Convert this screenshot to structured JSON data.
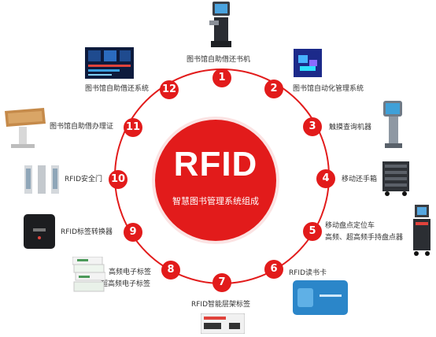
{
  "center": {
    "title": "RFID",
    "subtitle": "智慧图书管理系统组成"
  },
  "items": [
    {
      "num": "1",
      "label": "图书馆自助借还书机"
    },
    {
      "num": "2",
      "label": "图书馆自动化管理系统"
    },
    {
      "num": "3",
      "label": "触摸查询机器"
    },
    {
      "num": "4",
      "label": "移动还手箱"
    },
    {
      "num": "5",
      "label": "移动盘点定位车",
      "label2": "高频、超高频手持盘点器"
    },
    {
      "num": "6",
      "label": "RFID读书卡"
    },
    {
      "num": "7",
      "label": "RFID智能层架标签"
    },
    {
      "num": "8",
      "label": "高频电子标签",
      "label2": "超高频电子标签"
    },
    {
      "num": "9",
      "label": "RFID标签转换器"
    },
    {
      "num": "10",
      "label": "RFID安全门"
    },
    {
      "num": "11",
      "label": "图书馆自助借办理证"
    },
    {
      "num": "12",
      "label": "图书馆自助借还系统"
    }
  ],
  "colors": {
    "accent": "#e21b1b",
    "ring": "#e21b1b"
  }
}
